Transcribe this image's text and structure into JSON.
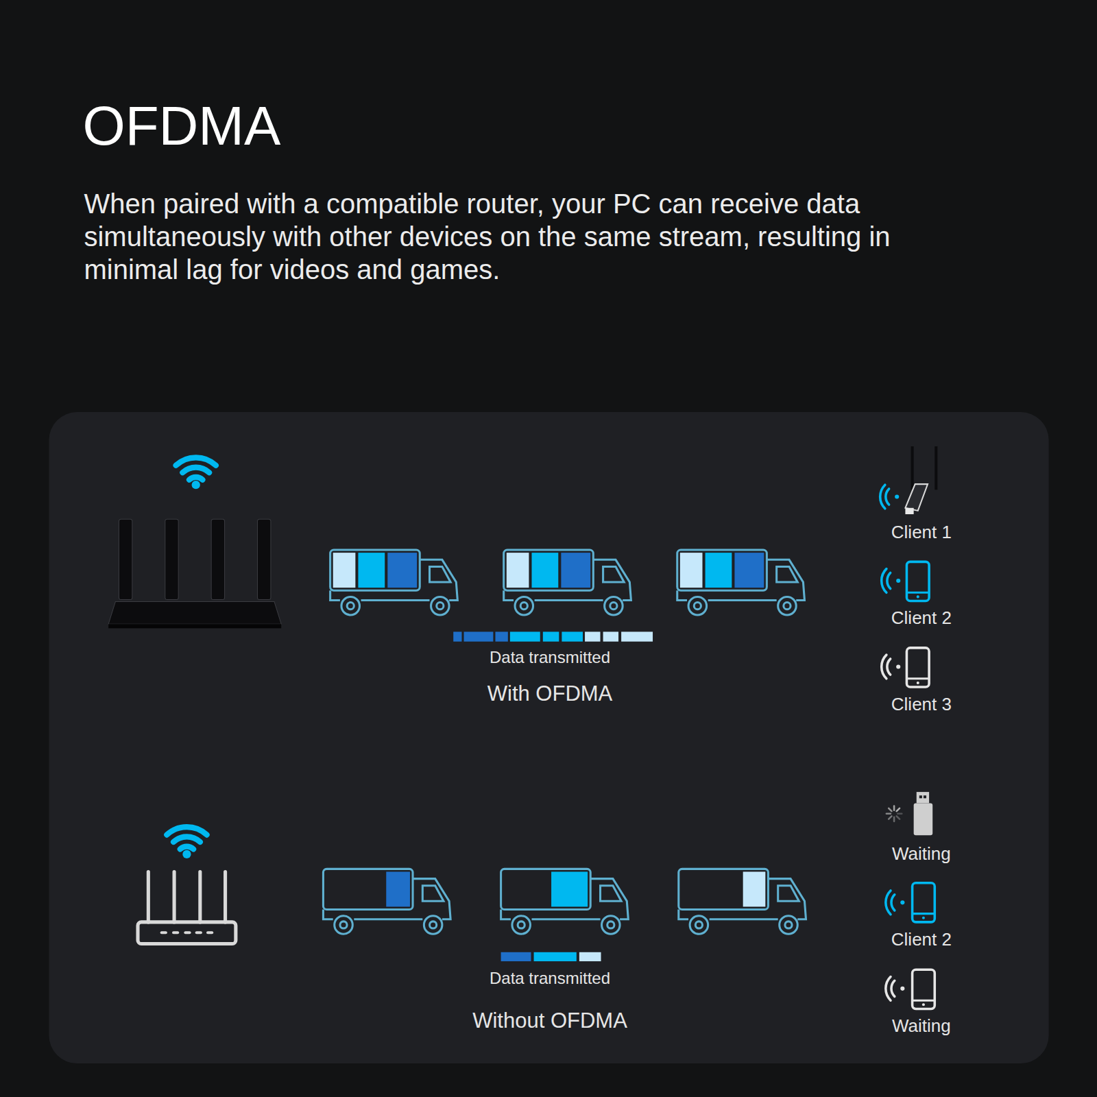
{
  "diagram": {
    "title": "OFDMA",
    "caption": "When paired with a compatible router, your PC can receive data simultaneously with other devices on the same stream, resulting in minimal lag for videos and games.",
    "labels": [
      "Data transmitted",
      "With OFDMA",
      "Client 1",
      "Client 2",
      "Client 3",
      "Waiting",
      "Client 2",
      "Waiting",
      "Data transmitted",
      "Without OFDMA"
    ]
  }
}
